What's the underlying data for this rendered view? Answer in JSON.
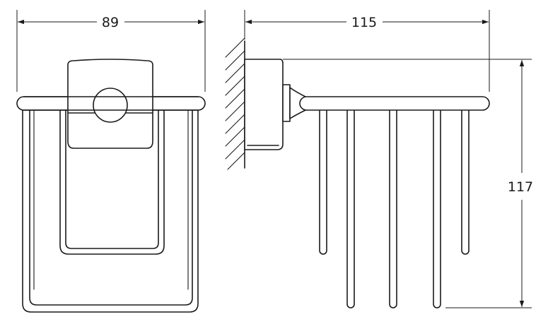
{
  "dimensions": {
    "width_label": "89",
    "depth_label": "115",
    "height_label": "117"
  },
  "colors": {
    "ink": "#1a1a1a",
    "background": "#ffffff"
  }
}
